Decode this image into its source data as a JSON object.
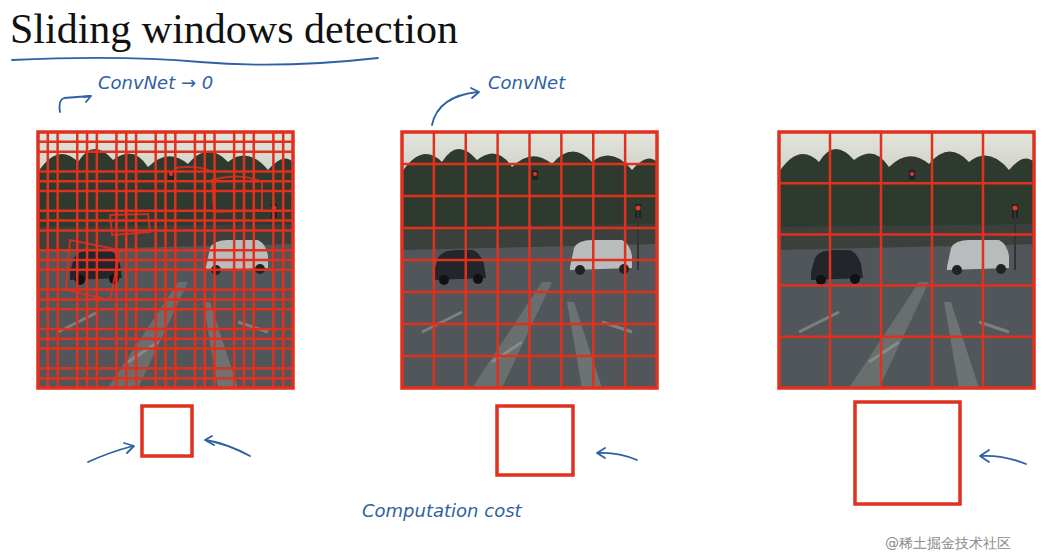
{
  "diagram": {
    "title": "Sliding windows detection",
    "labels": [
      "ConvNet → 0",
      "ConvNet",
      "Computation cost",
      "@稀土掘金技术社区"
    ]
  }
}
